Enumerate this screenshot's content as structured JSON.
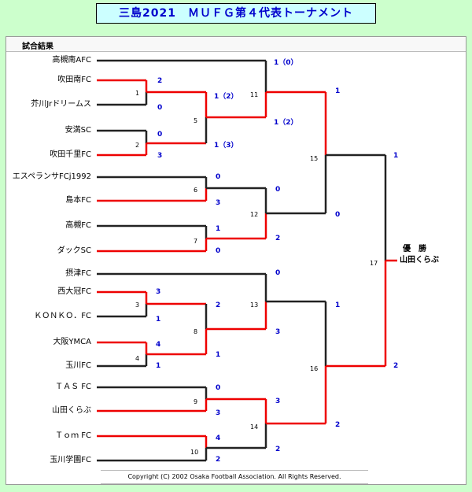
{
  "title": "三島2021　ＭＵＦＧ第４代表トーナメント",
  "section_label": "試合結果",
  "teams": [
    "高槻南AFC",
    "吹田南FC",
    "芥川Jrドリームス",
    "安満SC",
    "吹田千里FC",
    "エスペランサFCj1992",
    "島本FC",
    "高槻FC",
    "ダックSC",
    "摂津FC",
    "西大冠FC",
    "ＫＯＮＫＯ．FC",
    "大阪YMCA",
    "玉川FC",
    "ＴＡＳ FC",
    "山田くらぶ",
    "Ｔｏｍ FC",
    "玉川学園FC"
  ],
  "match_numbers": [
    "1",
    "2",
    "3",
    "4",
    "5",
    "6",
    "7",
    "8",
    "9",
    "10",
    "11",
    "12",
    "13",
    "14",
    "15",
    "16",
    "17"
  ],
  "scores": {
    "s1": "1（0）",
    "s2": "2",
    "s3": "0",
    "s4": "0",
    "s5": "3",
    "s6": "1（2）",
    "s7": "1（3）",
    "s8": "1",
    "s9": "1（2）",
    "s10": "0",
    "s11": "3",
    "s12": "0",
    "s13": "1",
    "s14": "0",
    "s15": "2",
    "s16": "1",
    "s17": "0",
    "s18": "0",
    "s19": "3",
    "s20": "1",
    "s21": "1",
    "s22": "3",
    "s23": "2",
    "s24": "4",
    "s25": "1",
    "s26": "1",
    "s27": "0",
    "s28": "3",
    "s29": "3",
    "s30": "4",
    "s31": "2",
    "s32": "2",
    "s33": "2",
    "s34": "2"
  },
  "winner": {
    "label": "優勝",
    "team": "山田くらぶ"
  },
  "footer": "Copyright (C) 2002 Osaka Football Association. All Rights Reserved.",
  "colors": {
    "win_line": "#ee0000",
    "lose_line": "#222222",
    "score": "#0000cc",
    "background": "#ccffcc",
    "title_box": "#ccffff"
  }
}
